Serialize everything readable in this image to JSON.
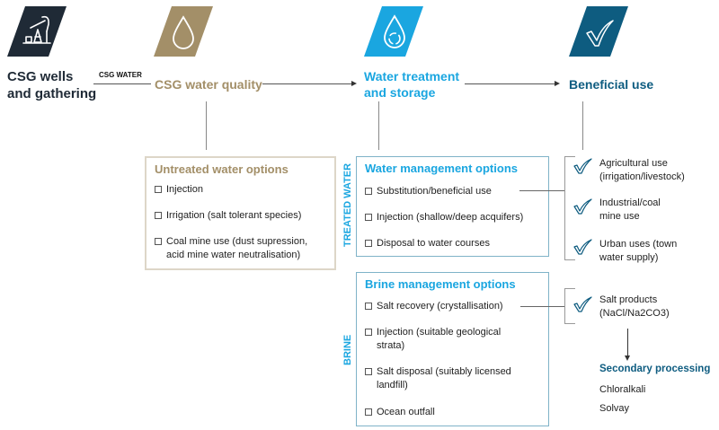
{
  "colors": {
    "dark": "#1f2a36",
    "gold": "#a38f68",
    "blue": "#1aa6e0",
    "teal": "#0e5c80",
    "text": "#1e1e1e",
    "bracket": "#999999"
  },
  "stages": [
    {
      "label_line1": "CSG wells",
      "label_line2": "and gathering",
      "icon": "pump-jack-icon"
    },
    {
      "label_line1": "CSG water quality",
      "icon": "water-drop-icon"
    },
    {
      "label_line1": "Water treatment",
      "label_line2": "and storage",
      "icon": "water-recycle-icon"
    },
    {
      "label_line1": "Beneficial use",
      "icon": "checkmark-icon"
    }
  ],
  "connector_label": "CSG WATER",
  "untreated": {
    "title": "Untreated water options",
    "options": [
      {
        "line1": "Injection"
      },
      {
        "line1": "Irrigation (salt tolerant species)"
      },
      {
        "line1": "Coal mine use (dust supression,",
        "line2": "acid mine water neutralisation)"
      }
    ]
  },
  "treated": {
    "side_label": "TREATED WATER",
    "title": "Water management options",
    "options": [
      {
        "line1": "Substitution/beneficial use"
      },
      {
        "line1": "Injection (shallow/deep acquifers)"
      },
      {
        "line1": "Disposal to water courses"
      }
    ]
  },
  "brine": {
    "side_label": "BRINE",
    "title": "Brine management options",
    "options": [
      {
        "line1": "Salt recovery (crystallisation)"
      },
      {
        "line1": "Injection (suitable geological",
        "line2": "strata)"
      },
      {
        "line1": "Salt disposal (suitably licensed",
        "line2": "landfill)"
      },
      {
        "line1": "Ocean outfall"
      }
    ]
  },
  "beneficial_uses": [
    {
      "line1": "Agricultural use",
      "line2": "(irrigation/livestock)"
    },
    {
      "line1": "Industrial/coal",
      "line2": "mine use"
    },
    {
      "line1": "Urban uses (town",
      "line2": "water supply)"
    }
  ],
  "salt_products": {
    "line1": "Salt products",
    "line2": "(NaCl/Na2CO3)"
  },
  "secondary": {
    "title": "Secondary processing",
    "items": [
      "Chloralkali",
      "Solvay"
    ]
  }
}
